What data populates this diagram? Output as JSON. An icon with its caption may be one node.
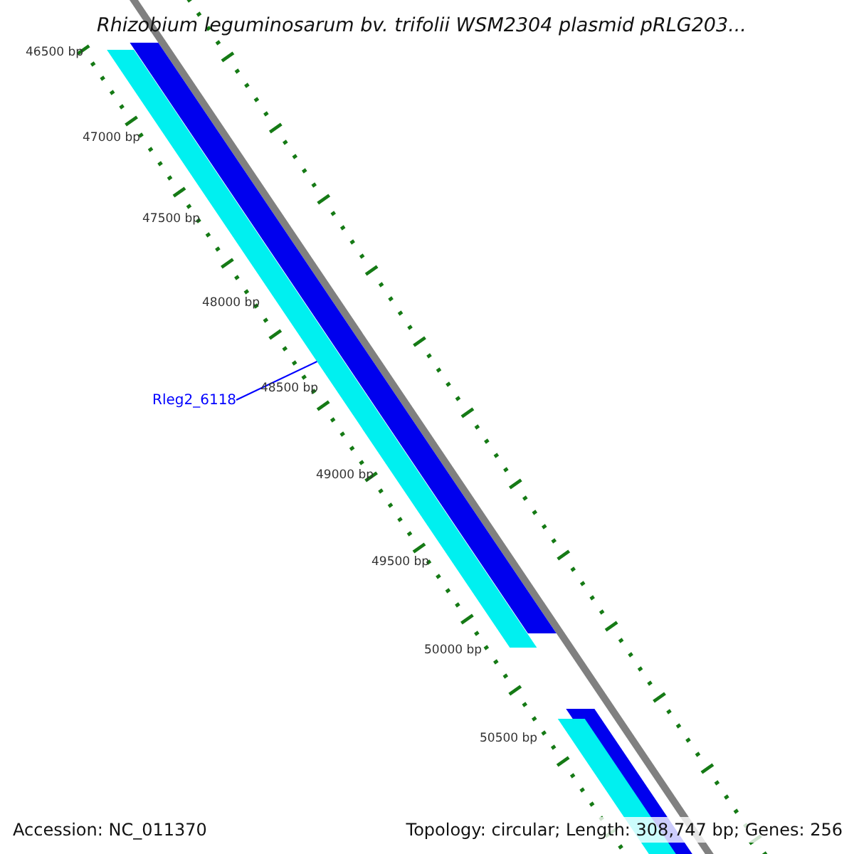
{
  "diagram": {
    "title": "Rhizobium leguminosarum bv. trifolii WSM2304 plasmid pRLG203...",
    "nodes": [
      {
        "text": [
          "Rleg2_6118"
        ]
      },
      {
        "text": [],
        "shape": "bar"
      }
    ],
    "edges": [
      {
        "from": 0,
        "to": 1,
        "arrow": "none",
        "color": "#0000ff"
      }
    ],
    "labels": [
      "46500 bp",
      "47000 bp",
      "47500 bp",
      "48000 bp",
      "48500 bp",
      "49000 bp",
      "49500 bp",
      "50000 bp",
      "50500 bp",
      "Accession: NC_011370",
      "Topology: circular; Length: 308,747 bp; Genes: 256"
    ]
  }
}
